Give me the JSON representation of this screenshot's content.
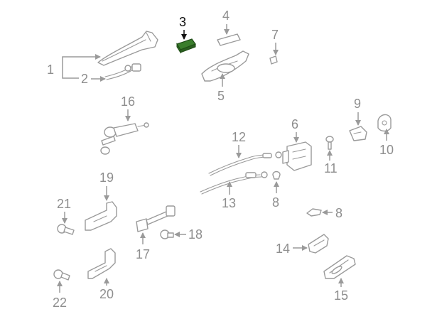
{
  "diagram": {
    "highlight_color": "#3a7d2c",
    "part_stroke_color": "#9a9a9a",
    "callouts": {
      "c1": "1",
      "c2": "2",
      "c3": "3",
      "c4": "4",
      "c5": "5",
      "c6": "6",
      "c7": "7",
      "c8a": "8",
      "c8b": "8",
      "c9": "9",
      "c10": "10",
      "c11": "11",
      "c12": "12",
      "c13": "13",
      "c14": "14",
      "c15": "15",
      "c16": "16",
      "c17": "17",
      "c18": "18",
      "c19": "19",
      "c20": "20",
      "c21": "21",
      "c22": "22"
    },
    "highlighted_part": "3"
  }
}
